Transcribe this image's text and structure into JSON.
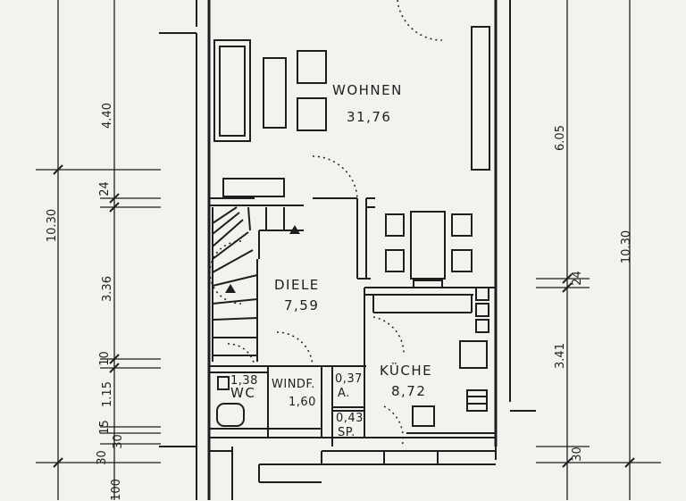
{
  "rooms": [
    {
      "id": "wohnen",
      "name": "WOHNEN",
      "area": "31,76"
    },
    {
      "id": "diele",
      "name": "DIELE",
      "area": "7,59"
    },
    {
      "id": "kueche",
      "name": "KÜCHE",
      "area": "8,72"
    },
    {
      "id": "wc",
      "name": "WC",
      "area": "1,38"
    },
    {
      "id": "windf",
      "name": "WINDF.",
      "area": "1,60"
    },
    {
      "id": "a",
      "name": "A.",
      "area": "0,37"
    },
    {
      "id": "sp",
      "name": "SP.",
      "area": "0,43"
    }
  ],
  "dimensions": {
    "left_total": "10.30",
    "left_chain": [
      "4.40",
      "24",
      "3.36",
      "10",
      "1.15",
      "15",
      "30",
      "30",
      "100"
    ],
    "right_total": "10.30",
    "right_chain": [
      "6.05",
      "24",
      "3.41",
      "30"
    ]
  }
}
